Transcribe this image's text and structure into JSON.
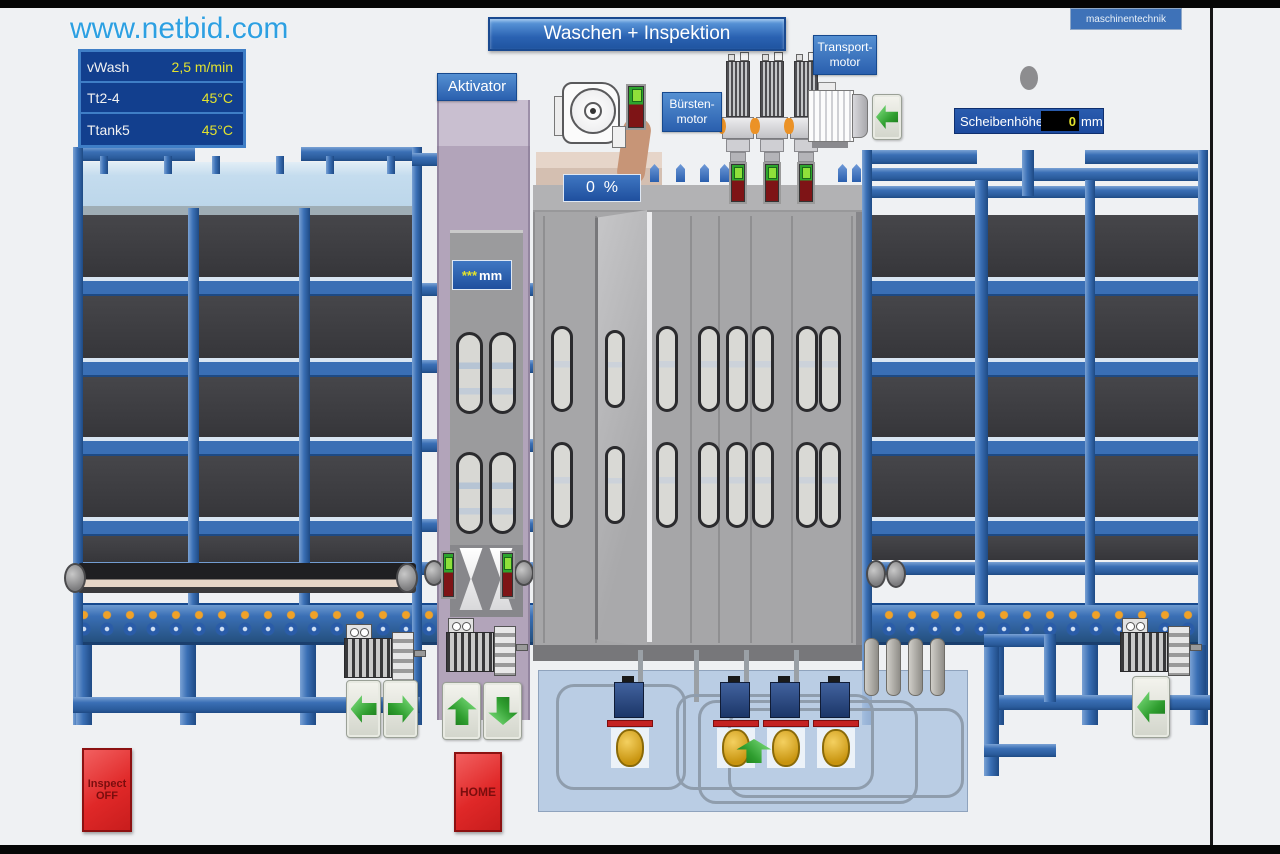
{
  "window": {
    "watermark": "www.netbid.com",
    "logo_badge": "maschinentechnik"
  },
  "header": {
    "title": "Waschen + Inspektion"
  },
  "parameters": {
    "rows": [
      {
        "label": "vWash",
        "value": "2,5 m/min"
      },
      {
        "label": "Tt2-4",
        "value": "45°C"
      },
      {
        "label": "Ttank5",
        "value": "45°C"
      }
    ]
  },
  "labels": {
    "aktivator": "Aktivator",
    "buersten_line1": "Bürsten-",
    "buersten_line2": "motor",
    "transport_line1": "Transport-",
    "transport_line2": "motor"
  },
  "displays": {
    "blower_speed": "0  %",
    "activator_gap_value": "***",
    "activator_gap_unit": "mm",
    "scheibenhoehe_label": "Scheibenhöhe",
    "scheibenhoehe_value": "0",
    "scheibenhoehe_unit": "mm"
  },
  "buttons": {
    "inspect_line1": "Inspect",
    "inspect_line2": "OFF",
    "home": "HOME"
  },
  "colors": {
    "frame_blue": "#3a6fb5",
    "label_blue": "#2a5fae",
    "display_blue": "#1f4f9e",
    "value_yellow": "#e2e22e",
    "alarm_red": "#e02828",
    "arrow_green": "#2f9e2f",
    "tank_blue": "#b0c6e0",
    "glass_dark": "#3a3a3e",
    "activator_mauve": "#b2a4ba"
  }
}
